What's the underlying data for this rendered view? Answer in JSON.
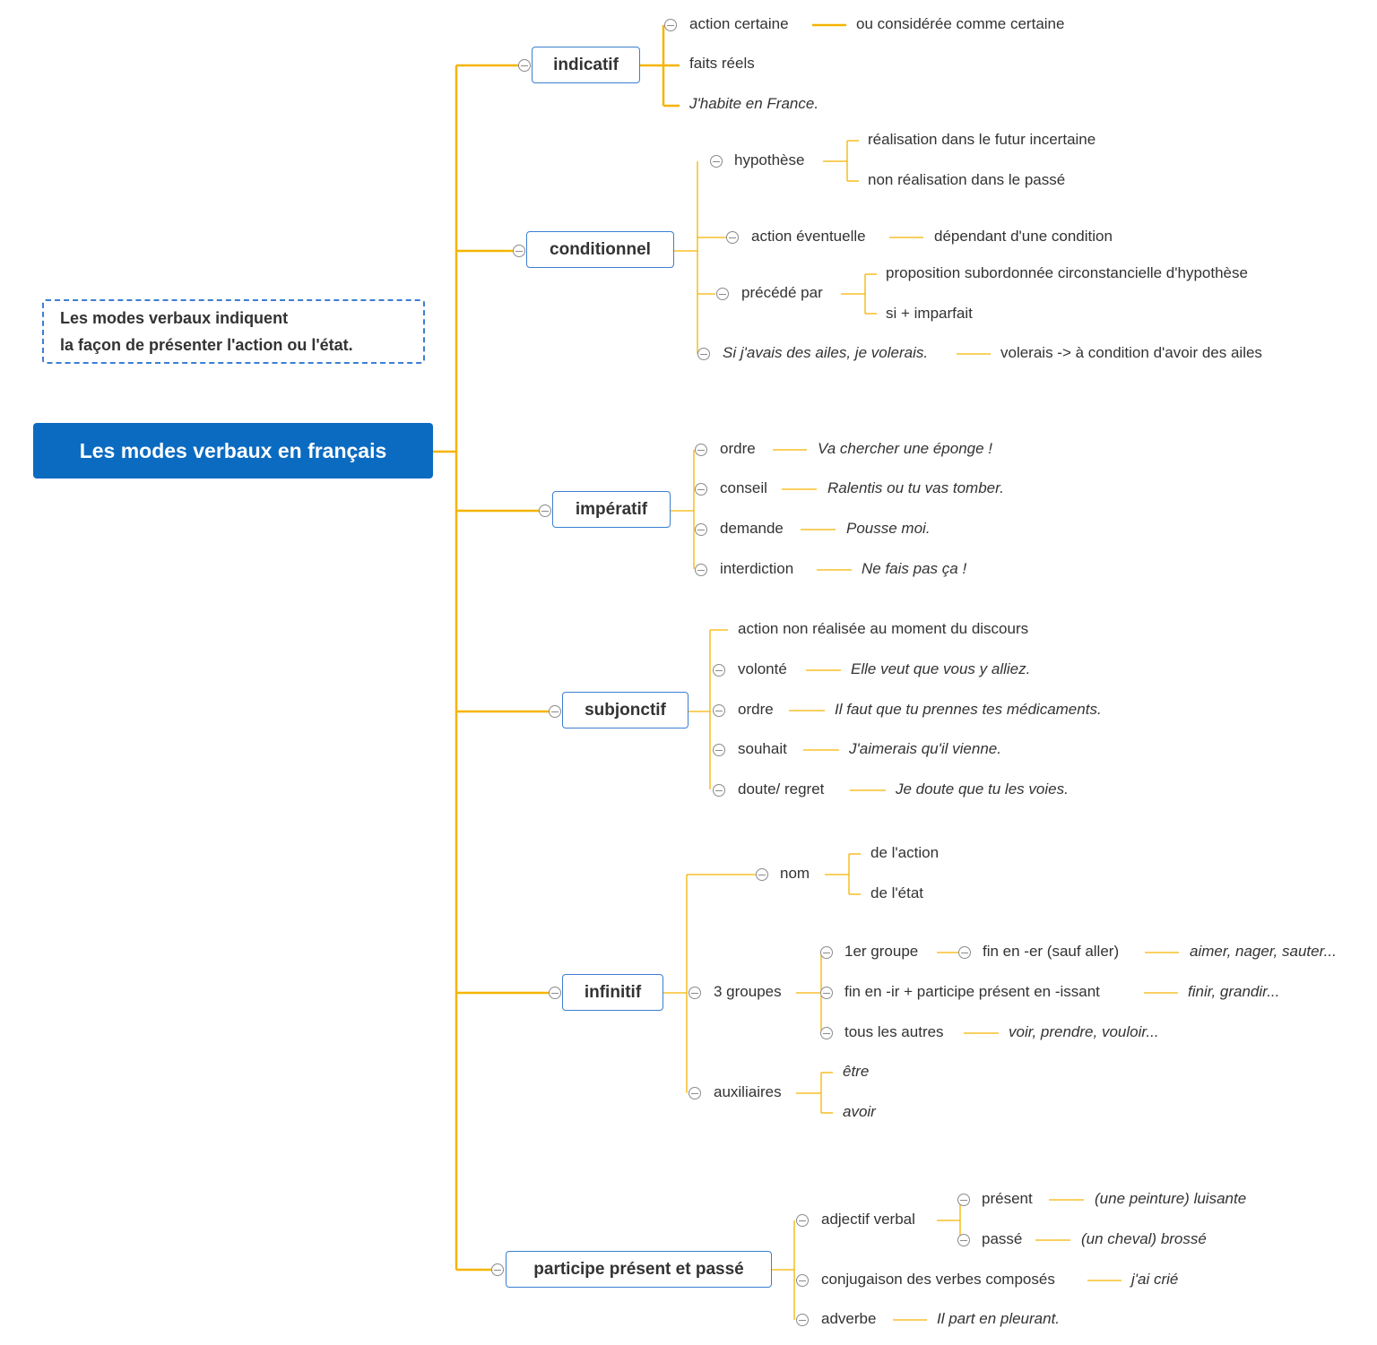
{
  "root": {
    "label": "Les modes verbaux en français"
  },
  "note": {
    "line1": "Les modes verbaux indiquent",
    "line2": "la façon de présenter l'action ou l'état."
  },
  "modes": {
    "indicatif": {
      "label": "indicatif",
      "action_certaine": "action certaine",
      "consideree": "ou considérée comme certaine",
      "faits_reels": "faits réels",
      "exemple": "J'habite en France."
    },
    "conditionnel": {
      "label": "conditionnel",
      "hypothese": "hypothèse",
      "realisation": "réalisation dans le futur incertaine",
      "non_realisation": "non réalisation dans le passé",
      "action_eventuelle": "action éventuelle",
      "dependant": "dépendant d'une condition",
      "precede_par": "précédé par",
      "proposition": "proposition subordonnée circonstancielle d'hypothèse",
      "si_imparfait": "si + imparfait",
      "exemple": "Si j'avais des ailes, je volerais.",
      "explication": "volerais -> à condition d'avoir des ailes"
    },
    "imperatif": {
      "label": "impératif",
      "ordre": "ordre",
      "ordre_ex": "Va chercher une éponge !",
      "conseil": "conseil",
      "conseil_ex": "Ralentis ou tu vas tomber.",
      "demande": "demande",
      "demande_ex": "Pousse moi.",
      "interdiction": "interdiction",
      "interdiction_ex": "Ne fais pas ça !"
    },
    "subjonctif": {
      "label": "subjonctif",
      "action_non_realisee": "action non réalisée au moment du discours",
      "volonte": "volonté",
      "volonte_ex": "Elle veut que vous y alliez.",
      "ordre": "ordre",
      "ordre_ex": "Il faut que tu prennes tes médicaments.",
      "souhait": "souhait",
      "souhait_ex": "J'aimerais qu'il vienne.",
      "doute": "doute/ regret",
      "doute_ex": "Je doute que tu les voies."
    },
    "infinitif": {
      "label": "infinitif",
      "nom": "nom",
      "de_action": "de l'action",
      "de_etat": "de l'état",
      "groupes": "3 groupes",
      "groupe1": "1er groupe",
      "fin_er": "fin en -er (sauf aller)",
      "fin_er_ex": "aimer, nager, sauter...",
      "fin_ir": "fin en -ir + participe présent en -issant",
      "fin_ir_ex": "finir, grandir...",
      "autres": "tous les autres",
      "autres_ex": "voir, prendre, vouloir...",
      "auxiliaires": "auxiliaires",
      "etre": "être",
      "avoir": "avoir"
    },
    "participe": {
      "label": "participe présent et passé",
      "adjectif_verbal": "adjectif verbal",
      "present": "présent",
      "present_ex": "(une peinture) luisante",
      "passe": "passé",
      "passe_ex": "(un cheval) brossé",
      "conjugaison": "conjugaison des verbes composés",
      "conjugaison_ex": "j'ai crié",
      "adverbe": "adverbe",
      "adverbe_ex": "Il part en pleurant."
    }
  },
  "colors": {
    "connector": "#f5b400",
    "root_fill": "#0b6bc1",
    "mode_border": "#3b7fd0",
    "text": "#333333"
  }
}
